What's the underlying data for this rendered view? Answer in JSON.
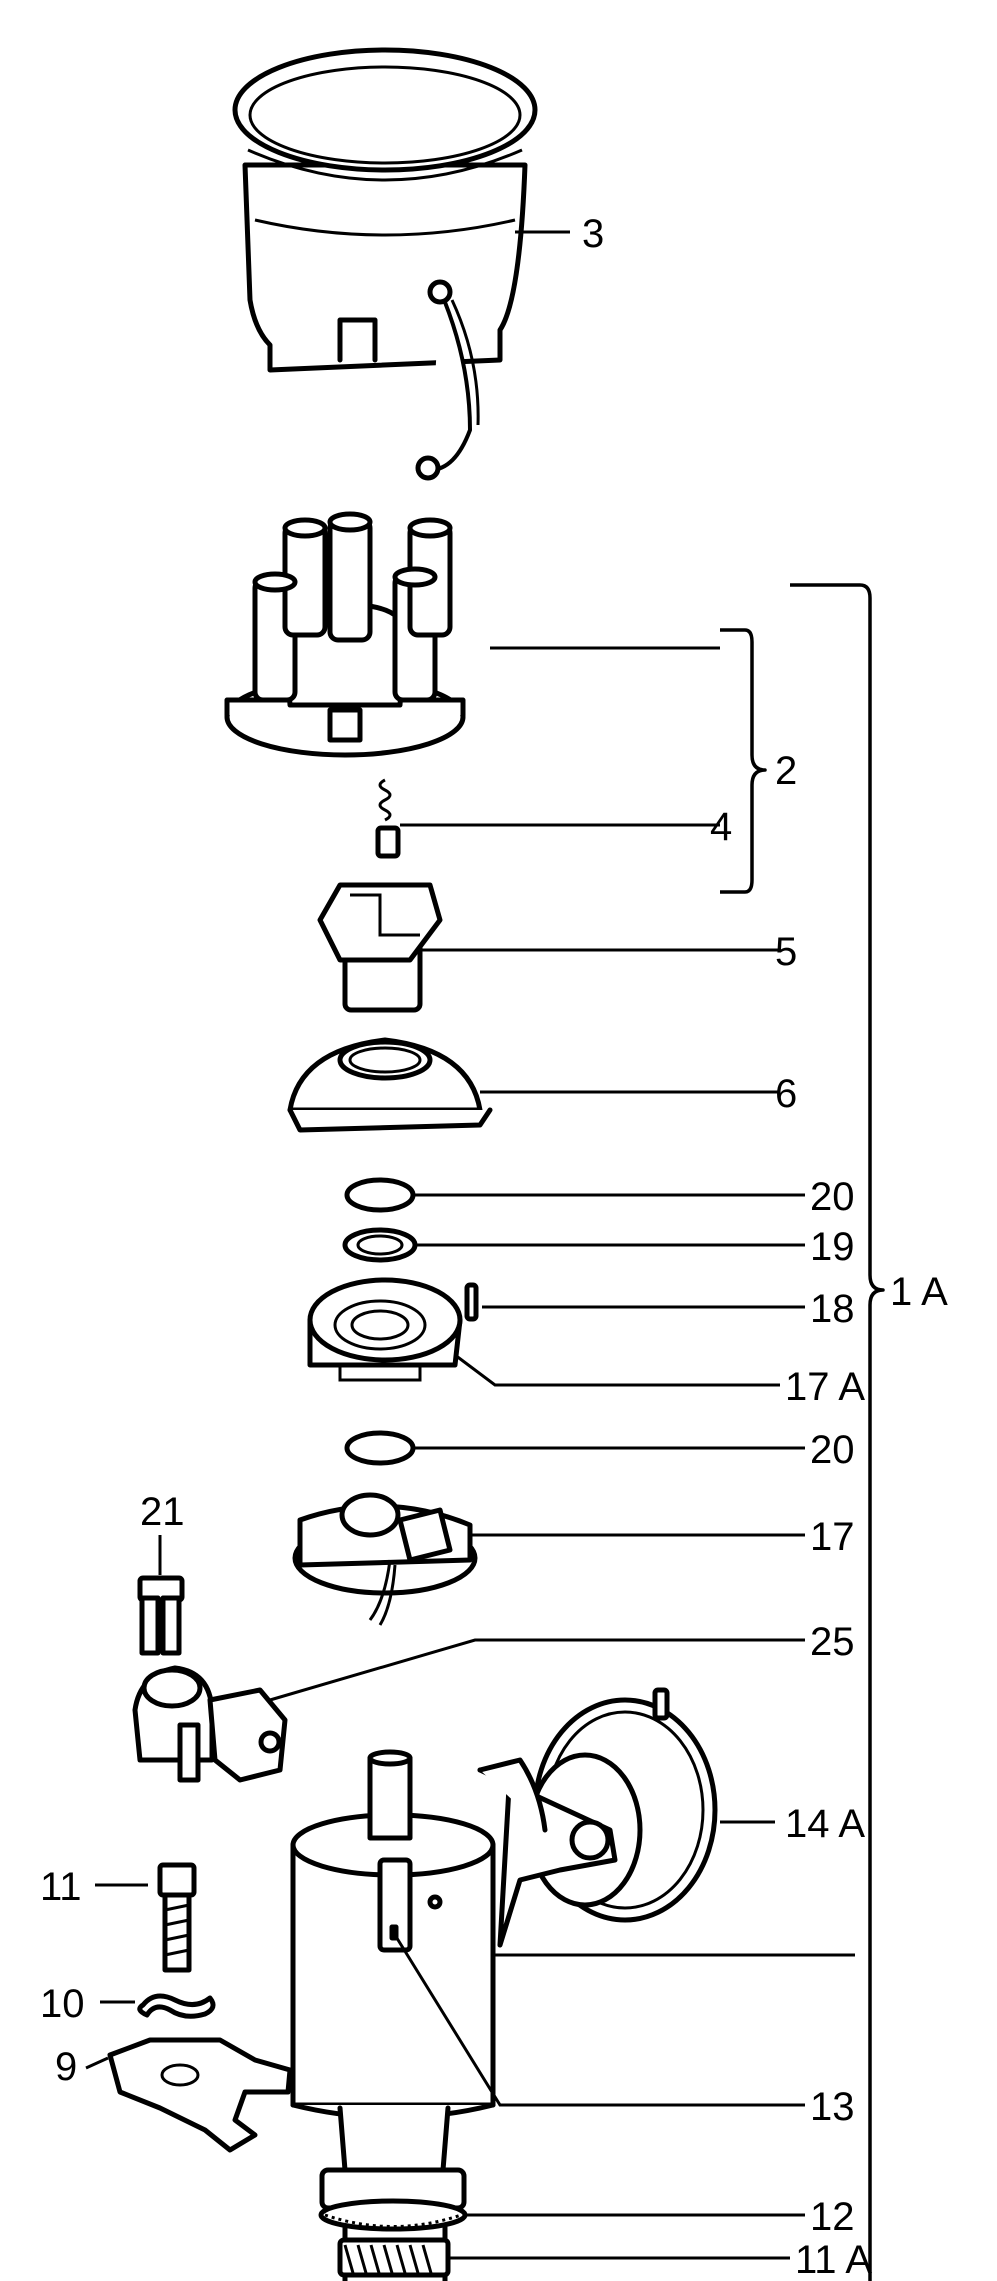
{
  "callouts": {
    "c3": "3",
    "c2": "2",
    "c4": "4",
    "c5": "5",
    "c6": "6",
    "c20a": "20",
    "c19": "19",
    "c18": "18",
    "c17A": "17 A",
    "c20b": "20",
    "c21": "21",
    "c17": "17",
    "c25": "25",
    "c14A": "14 A",
    "c11": "11",
    "c10": "10",
    "c9": "9",
    "c13": "13",
    "c12": "12",
    "c11A": "11 A",
    "c1A": "1 A"
  },
  "colors": {
    "line": "#000000",
    "background": "#ffffff"
  }
}
